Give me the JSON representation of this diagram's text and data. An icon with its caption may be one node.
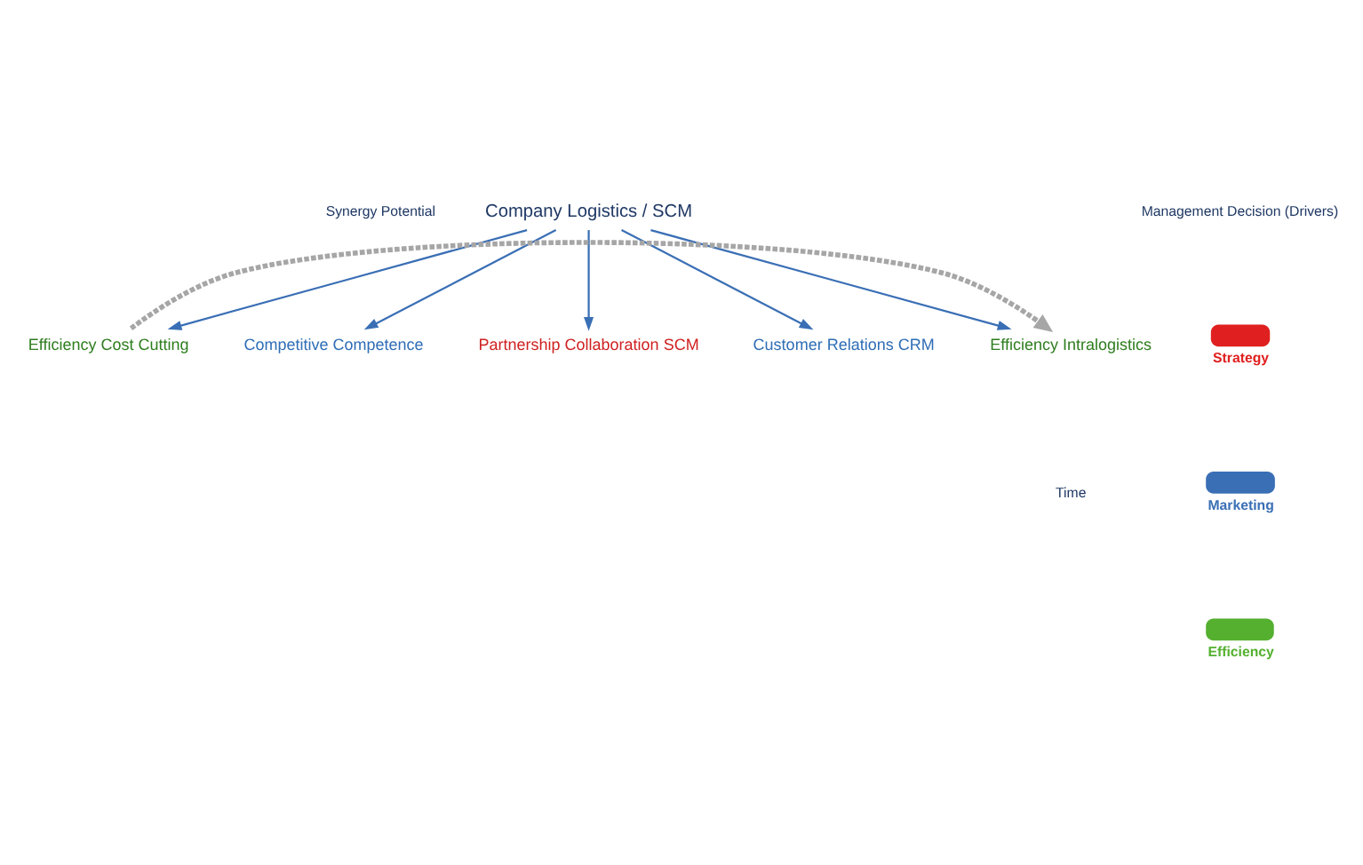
{
  "diagram": {
    "nodes": [
      {
        "text": [
          "Company Logistics / SCM"
        ]
      },
      {
        "text": [
          "Efficiency Cost Cutting"
        ]
      },
      {
        "text": [
          "Competitive Competence"
        ]
      },
      {
        "text": [
          "Partnership Collaboration SCM"
        ]
      },
      {
        "text": [
          "Customer Relations CRM"
        ]
      },
      {
        "text": [
          "Efficiency Intralogistics"
        ]
      }
    ],
    "edges": [
      {
        "from": 0,
        "to": 1,
        "arrow": "to"
      },
      {
        "from": 0,
        "to": 2,
        "arrow": "to"
      },
      {
        "from": 0,
        "to": 3,
        "arrow": "to"
      },
      {
        "from": 0,
        "to": 4,
        "arrow": "to"
      },
      {
        "from": 0,
        "to": 5,
        "arrow": "to"
      },
      {
        "from": 1,
        "to": 5,
        "arrow": "to",
        "style": "dashed",
        "color": "#a6a6a6"
      }
    ],
    "labels": [
      "Management Decision (Drivers)",
      "Synergy Potential",
      "Time"
    ],
    "legend": [
      {
        "text": "Strategy",
        "color": "#e02020"
      },
      {
        "text": "Marketing",
        "color": "#3a6fb5"
      },
      {
        "text": "Efficiency",
        "color": "#55b030"
      }
    ]
  }
}
